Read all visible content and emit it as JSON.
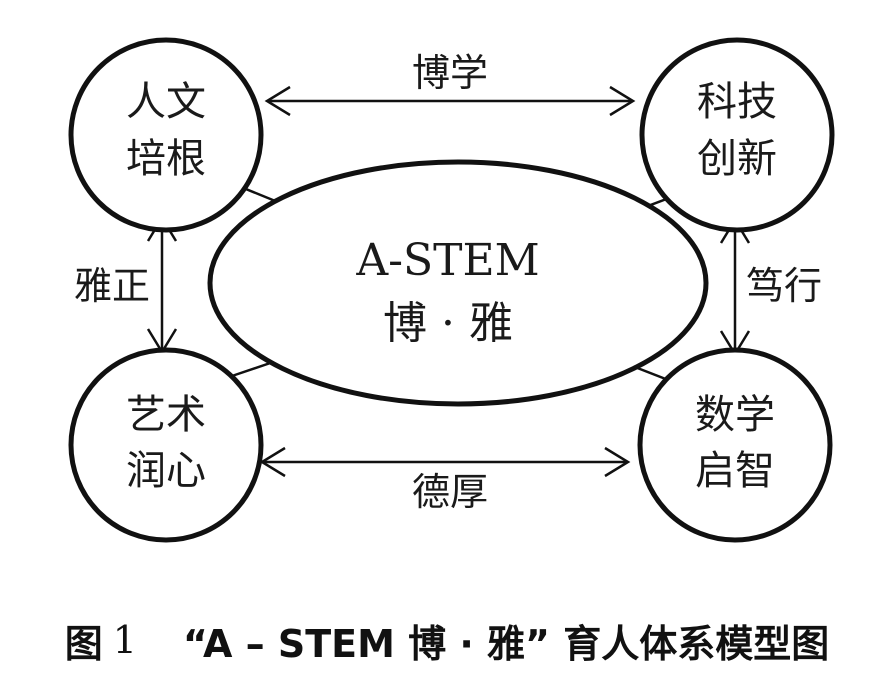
{
  "diagram": {
    "center": {
      "line1": "A-STEM",
      "line2": "博 · 雅"
    },
    "nodes": {
      "top_left": {
        "line1": "人文",
        "line2": "培根"
      },
      "top_right": {
        "line1": "科技",
        "line2": "创新"
      },
      "bottom_left": {
        "line1": "艺术",
        "line2": "润心"
      },
      "bottom_right": {
        "line1": "数学",
        "line2": "启智"
      }
    },
    "edges": {
      "top": "博学",
      "bottom": "德厚",
      "left": "雅正",
      "right": "笃行"
    }
  },
  "caption": {
    "label": "图",
    "number": "1",
    "title": "“A – STEM 博 · 雅” 育人体系模型图"
  }
}
